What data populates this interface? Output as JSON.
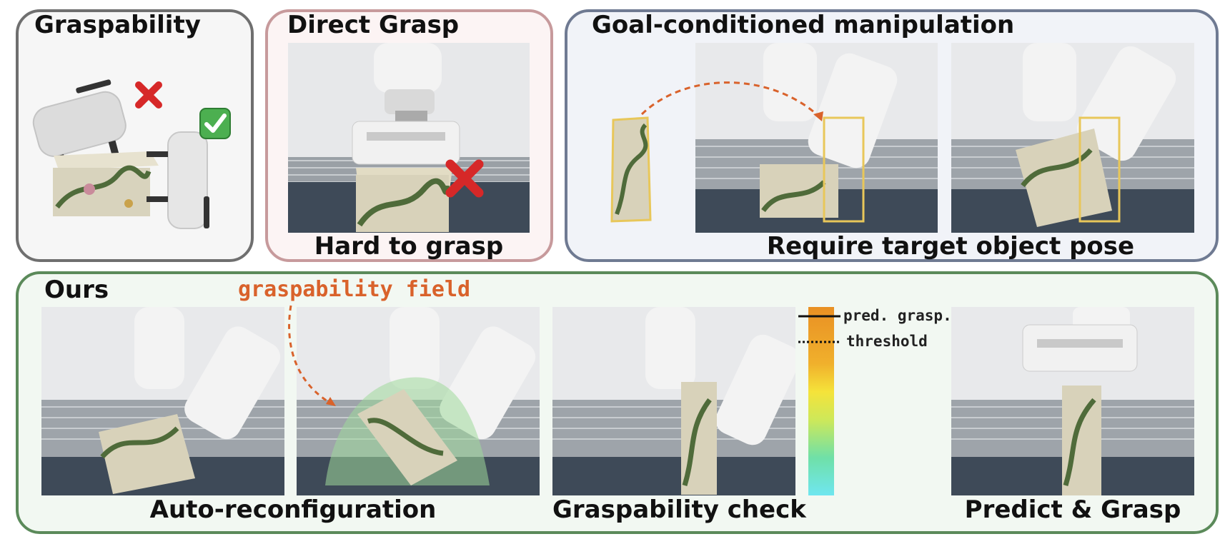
{
  "panels": {
    "graspability": {
      "title": "Graspability"
    },
    "direct_grasp": {
      "title": "Direct Grasp",
      "caption": "Hard to grasp"
    },
    "goal_conditioned": {
      "title": "Goal-conditioned manipulation",
      "caption": "Require target object pose"
    },
    "ours": {
      "title": "Ours",
      "annotation": "graspability field",
      "captions": {
        "auto_reconfiguration": "Auto-reconfiguration",
        "graspability_check": "Graspability check",
        "predict_grasp": "Predict & Grasp"
      },
      "legend": {
        "pred_label": "pred. grasp. dist.",
        "threshold_label": "threshold"
      }
    }
  },
  "colors": {
    "graspability_border": "#6f6f6f",
    "direct_border": "#c79a9c",
    "goal_border": "#6f7a92",
    "ours_border": "#5b8a5a",
    "annotation": "#d9622b",
    "fail_mark": "#d62828",
    "success_mark": "#4caf50",
    "outline_highlight": "#e8c75a"
  },
  "icons": [
    "cross-mark-icon",
    "check-mark-icon"
  ]
}
